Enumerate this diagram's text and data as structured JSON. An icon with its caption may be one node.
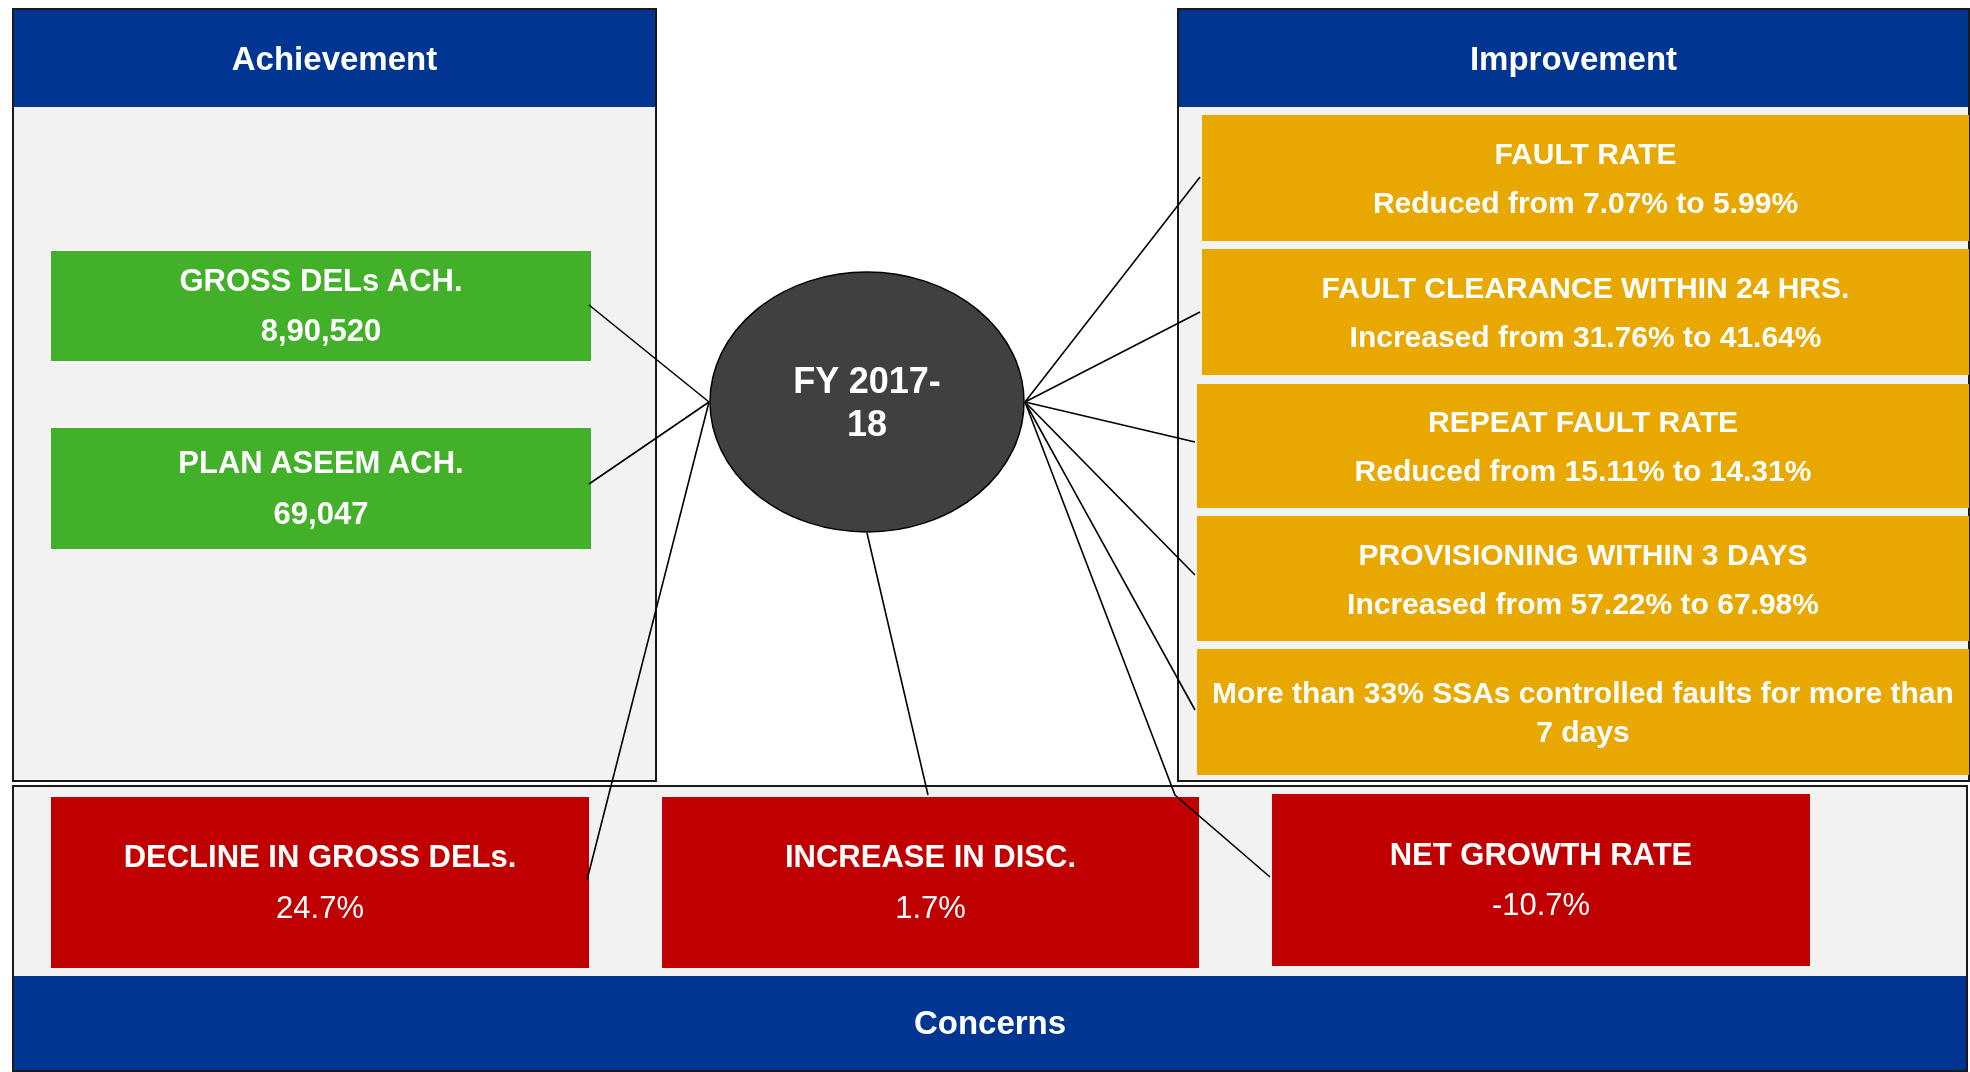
{
  "diagram": {
    "nodes": [
      {
        "text": [
          "Achievement"
        ]
      },
      {
        "text": [
          "GROSS DELs ACH.",
          "8,90,520"
        ],
        "in": 0
      },
      {
        "text": [
          "PLAN ASEEM ACH.",
          "69,047"
        ],
        "in": 0
      },
      {
        "text": [
          "FY 2017-18"
        ]
      },
      {
        "text": [
          "Improvement"
        ]
      },
      {
        "text": [
          "FAULT RATE",
          "Reduced from 7.07% to 5.99%"
        ],
        "in": 4
      },
      {
        "text": [
          "FAULT CLEARANCE WITHIN 24 HRS.",
          "Increased from 31.76% to 41.64%"
        ],
        "in": 4
      },
      {
        "text": [
          "REPEAT FAULT RATE",
          "Reduced from 15.11% to 14.31%"
        ],
        "in": 4
      },
      {
        "text": [
          "PROVISIONING WITHIN 3 DAYS",
          "Increased from 57.22% to 67.98%"
        ],
        "in": 4
      },
      {
        "text": [
          "More than 33% SSAs controlled faults for more than 7 days"
        ],
        "in": 4
      },
      {
        "text": [
          "Concerns"
        ]
      },
      {
        "text": [
          "DECLINE IN GROSS DELs.",
          "24.7%"
        ],
        "in": 10
      },
      {
        "text": [
          "INCREASE IN DISC.",
          "1.7%"
        ],
        "in": 10
      },
      {
        "text": [
          "NET GROWTH RATE",
          "-10.7%"
        ],
        "in": 10
      }
    ],
    "edges": [
      {
        "from": 3,
        "to": 1,
        "arrow": "none"
      },
      {
        "from": 3,
        "to": 2,
        "arrow": "none"
      },
      {
        "from": 3,
        "to": 5,
        "arrow": "none"
      },
      {
        "from": 3,
        "to": 6,
        "arrow": "none"
      },
      {
        "from": 3,
        "to": 7,
        "arrow": "none"
      },
      {
        "from": 3,
        "to": 8,
        "arrow": "none"
      },
      {
        "from": 3,
        "to": 9,
        "arrow": "none"
      },
      {
        "from": 3,
        "to": 11,
        "arrow": "none"
      },
      {
        "from": 3,
        "to": 12,
        "arrow": "none"
      },
      {
        "from": 3,
        "to": 13,
        "arrow": "none"
      }
    ]
  }
}
